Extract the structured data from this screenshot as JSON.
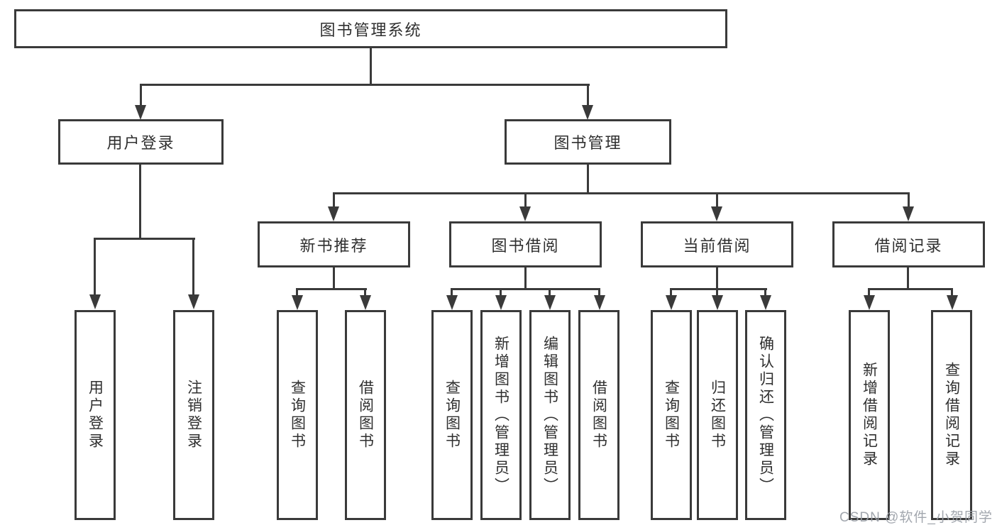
{
  "diagram": {
    "root": {
      "label": "图书管理系统"
    },
    "level2": [
      {
        "label": "用户登录"
      },
      {
        "label": "图书管理"
      }
    ],
    "level3": [
      {
        "label": "新书推荐"
      },
      {
        "label": "图书借阅"
      },
      {
        "label": "当前借阅"
      },
      {
        "label": "借阅记录"
      }
    ],
    "leaves": {
      "user_login": [
        "用户登录",
        "注销登录"
      ],
      "new_book": [
        "查询图书",
        "借阅图书"
      ],
      "book_borrow": [
        "查询图书",
        "新增图书（管理员）",
        "编辑图书（管理员）",
        "借阅图书"
      ],
      "current_borrow": [
        "查询图书",
        "归还图书",
        "确认归还（管理员）"
      ],
      "borrow_record": [
        "新增借阅记录",
        "查询借阅记录"
      ]
    }
  },
  "watermark": {
    "text": "CSDN @软件_小贺同学"
  },
  "colors": {
    "line": "#3a3a3a",
    "text": "#2f2f2f",
    "watermark": "#9ba0a8",
    "background": "#ffffff"
  }
}
